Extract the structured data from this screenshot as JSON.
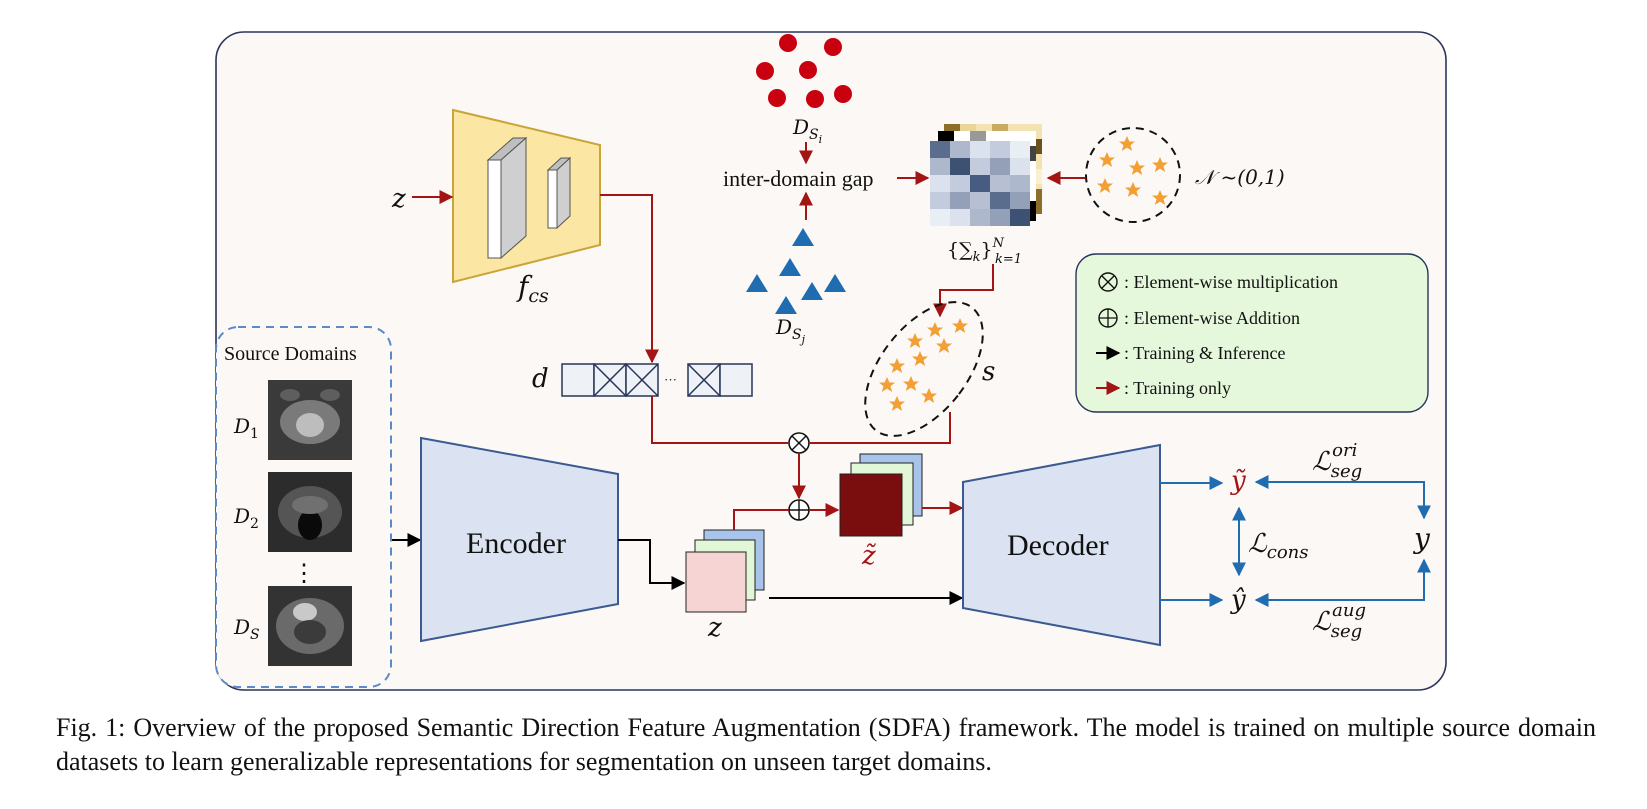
{
  "labels": {
    "z_input": "z",
    "f_cs": "f",
    "f_cs_sub": "cs",
    "d_si": "D",
    "d_si_sub": "S",
    "d_si_subsub": "i",
    "d_sj": "D",
    "d_sj_sub": "S",
    "d_sj_subsub": "j",
    "inter_domain_gap": "inter-domain gap",
    "normal_dist": "𝒩 ~(0,1)",
    "sigma_set": "{∑",
    "sigma_k": "k",
    "sigma_close": "}",
    "sigma_n": "N",
    "sigma_range": "k=1",
    "d_vector": "d",
    "ellipsis": "···",
    "s_label": "s",
    "source_domains": "Source Domains",
    "d1": "D",
    "d1_sub": "1",
    "d2": "D",
    "d2_sub": "2",
    "dots": "⋮",
    "ds": "D",
    "ds_sub": "S",
    "encoder": "Encoder",
    "decoder": "Decoder",
    "z_feature": "z",
    "z_tilde": "z̃",
    "y_tilde": "ỹ",
    "y_hat": "ŷ",
    "y": "y",
    "l_seg_ori": "ℒ",
    "l_seg_ori_sub": "seg",
    "l_seg_ori_sup": "ori",
    "l_seg_aug": "ℒ",
    "l_seg_aug_sub": "seg",
    "l_seg_aug_sup": "aug",
    "l_cons": "ℒ",
    "l_cons_sub": "cons",
    "mult_symbol": "⊗",
    "add_symbol": "⊕"
  },
  "legend": {
    "mult": ": Element-wise multiplication",
    "add": ": Element-wise Addition",
    "train_infer": ": Training & Inference",
    "train_only": ": Training only"
  },
  "colors": {
    "red_arrow": "#a31515",
    "blue_arrow": "#1f6db0",
    "black_arrow": "#000000",
    "encoder_fill": "#dbe3f3",
    "generator_fill": "#fbe7a3",
    "legend_fill": "#e6f8dc",
    "z_tilde_fill": "#7a0e0e",
    "red_dots": "#c8000f",
    "blue_triangles": "#1f6db0",
    "stars": "#f2a035"
  },
  "caption": "Fig. 1: Overview of the proposed Semantic Direction Feature Augmentation (SDFA) framework. The model is trained on multiple source domain datasets to learn generalizable representations for segmentation on unseen target domains."
}
